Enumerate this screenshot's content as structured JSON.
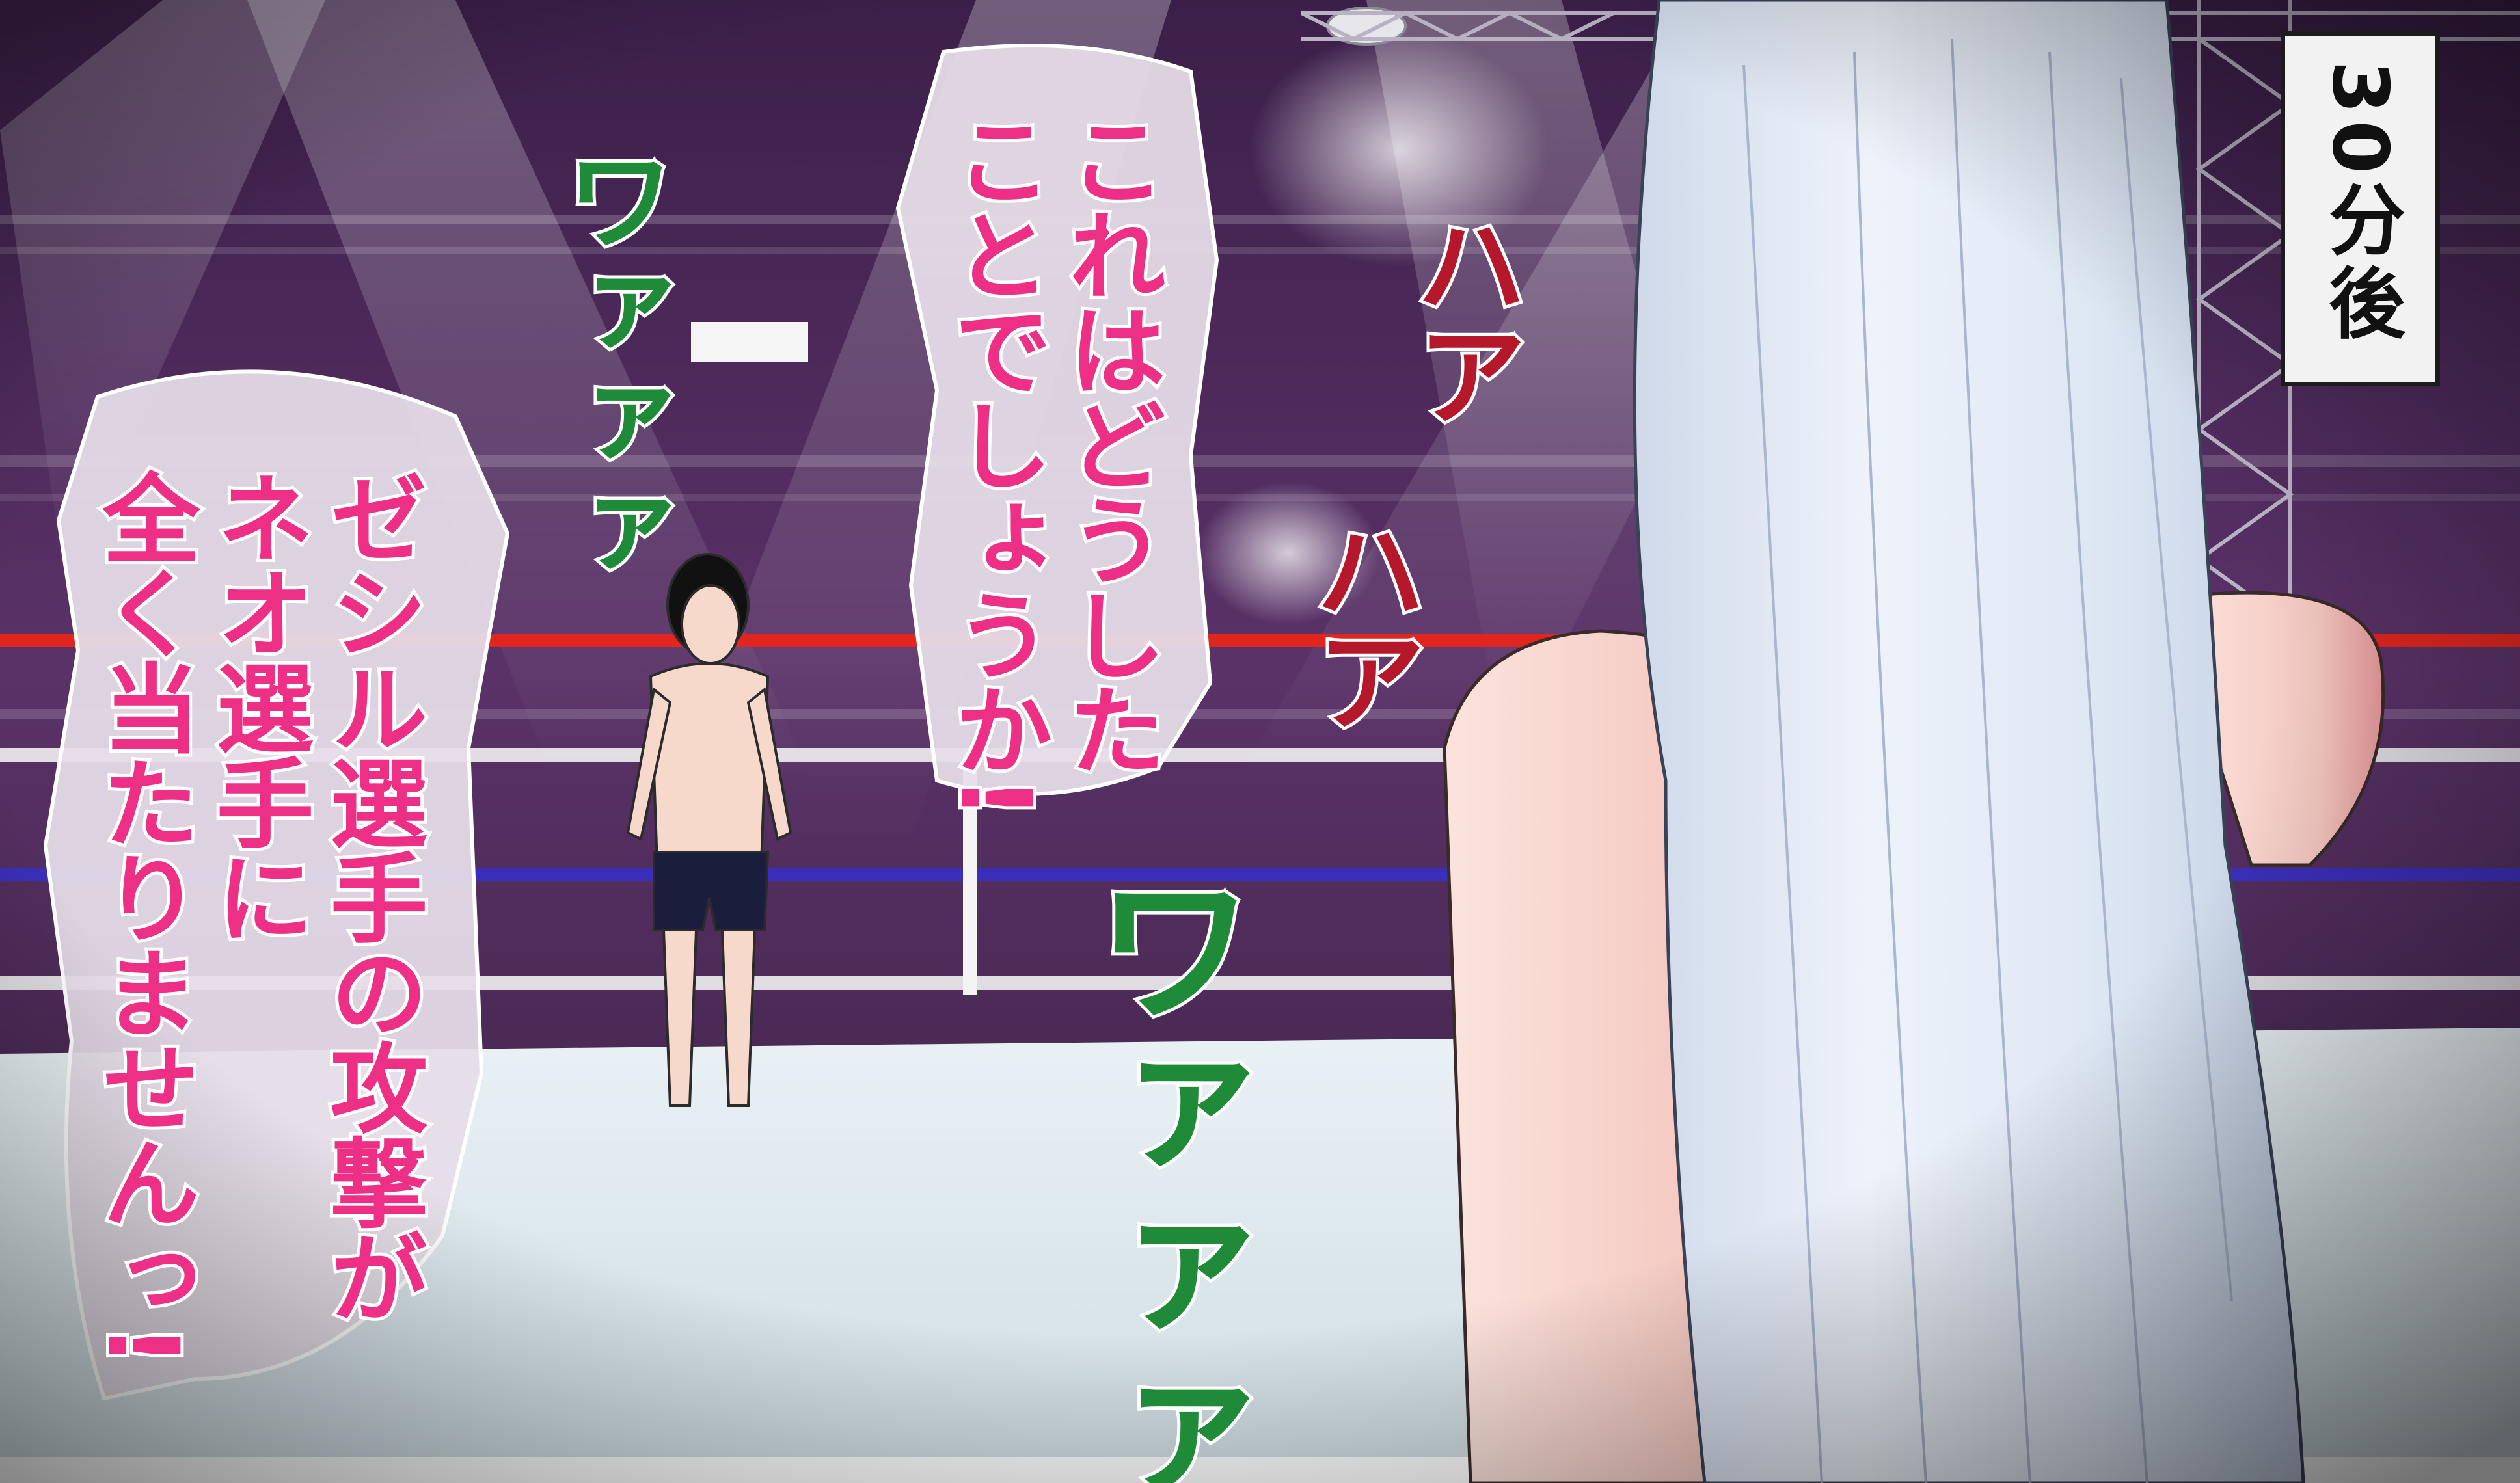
{
  "caption": "30分後",
  "speech": {
    "left_line_1": "ゼシル選手の攻撃が",
    "left_line_2": "ネオ選手に",
    "left_line_3": "全く当たりませんっ!",
    "center_line_1": "これはどうした",
    "center_line_2": "ことでしょうか!"
  },
  "sfx": {
    "crowd_upper": "ワァァァ",
    "crowd_lower": "ワァァァ",
    "pant_upper": "ハア",
    "pant_lower": "ハア"
  },
  "colors": {
    "arena_purple": "#4a2758",
    "speech_pink": "#ee2f86",
    "sfx_green": "#1f8a37",
    "sfx_red": "#b4182a",
    "ring_rope_red": "#e0261f",
    "ring_rope_blue": "#3a2fb8",
    "hair_white": "#dfe8f5",
    "skin": "#f7d6d0"
  }
}
